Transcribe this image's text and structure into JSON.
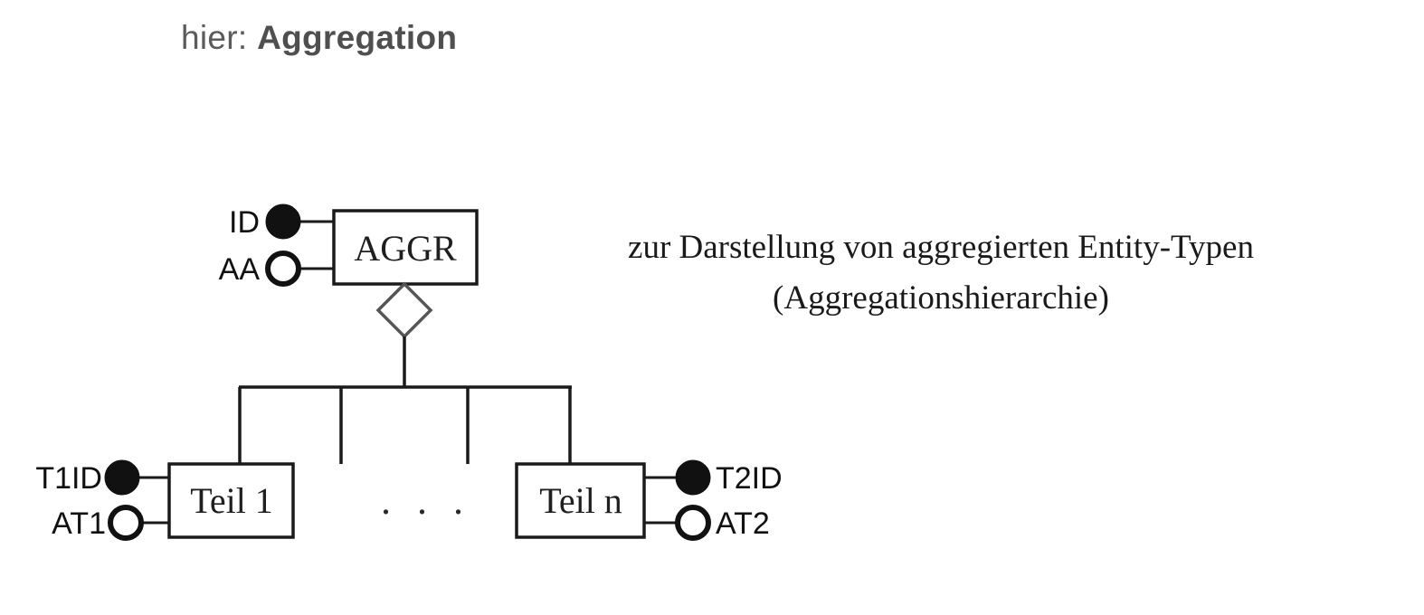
{
  "page": {
    "background": "#ffffff",
    "ink": "#1a1a1a",
    "heading_color": "#5b5b5b"
  },
  "heading": {
    "lead": "hier:",
    "emphasis": "Aggregation"
  },
  "caption": {
    "line1": "zur Darstellung von aggregierten Entity-Typen",
    "line2": "(Aggregationshierarchie)"
  },
  "diagram": {
    "type": "er-aggregation-hierarchy",
    "parent_entity": {
      "name": "aggr-entity",
      "label": "AGGR",
      "attributes": [
        {
          "label": "ID",
          "kind": "key",
          "filled": true
        },
        {
          "label": "AA",
          "kind": "normal",
          "filled": false
        }
      ]
    },
    "relationship": {
      "name": "aggregation-diamond",
      "shape": "diamond",
      "label": ""
    },
    "child_entities": [
      {
        "name": "teil-1-entity",
        "label": "Teil 1",
        "attribute_side": "left",
        "attributes": [
          {
            "label": "T1ID",
            "kind": "key",
            "filled": true
          },
          {
            "label": "AT1",
            "kind": "normal",
            "filled": false
          }
        ]
      },
      {
        "name": "teil-n-entity",
        "label": "Teil n",
        "attribute_side": "right",
        "attributes": [
          {
            "label": "T2ID",
            "kind": "key",
            "filled": true
          },
          {
            "label": "AT2",
            "kind": "normal",
            "filled": false
          }
        ]
      }
    ],
    "ellipsis": ". . .",
    "connector_stub_count": 2
  }
}
